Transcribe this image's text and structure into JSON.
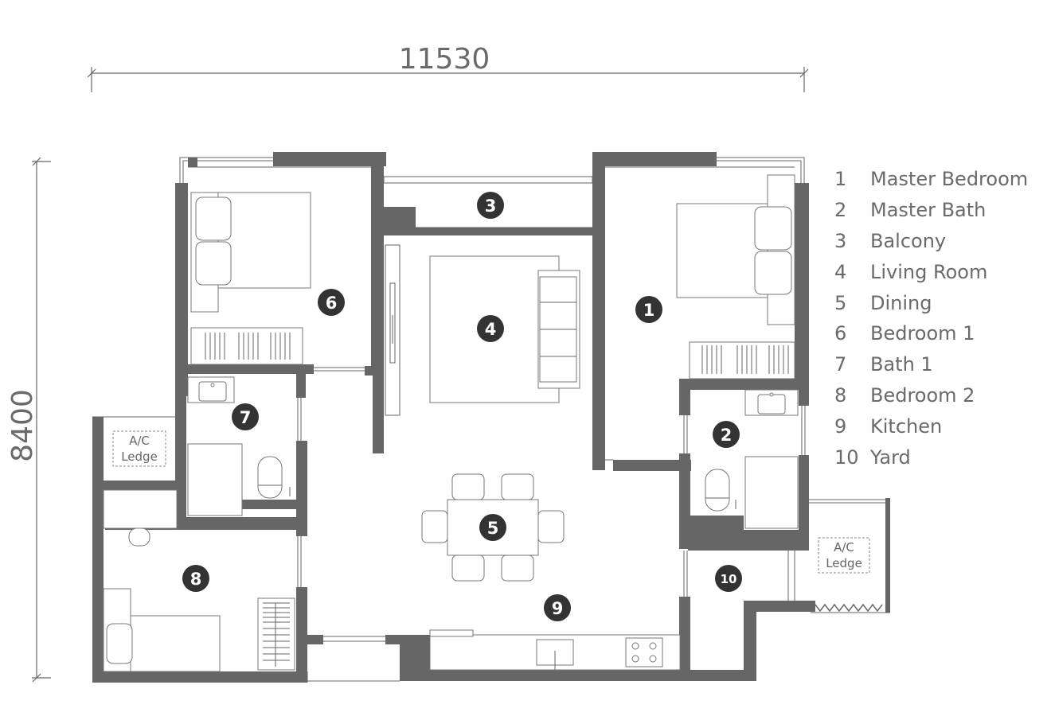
{
  "dimensions": {
    "width_label": "11530",
    "height_label": "8400"
  },
  "rooms": [
    {
      "number": "1",
      "name": "Master Bedroom"
    },
    {
      "number": "2",
      "name": "Master Bath"
    },
    {
      "number": "3",
      "name": "Balcony"
    },
    {
      "number": "4",
      "name": "Living Room"
    },
    {
      "number": "5",
      "name": "Dining"
    },
    {
      "number": "6",
      "name": "Bedroom 1"
    },
    {
      "number": "7",
      "name": "Bath 1"
    },
    {
      "number": "8",
      "name": "Bedroom 2"
    },
    {
      "number": "9",
      "name": "Kitchen"
    },
    {
      "number": "10",
      "name": "Yard"
    }
  ],
  "ledges": [
    {
      "line1": "A/C",
      "line2": "Ledge"
    },
    {
      "line1": "A/C",
      "line2": "Ledge"
    }
  ],
  "colors": {
    "wall": "#666666",
    "marker": "#333333",
    "text": "#6a6a6a"
  }
}
